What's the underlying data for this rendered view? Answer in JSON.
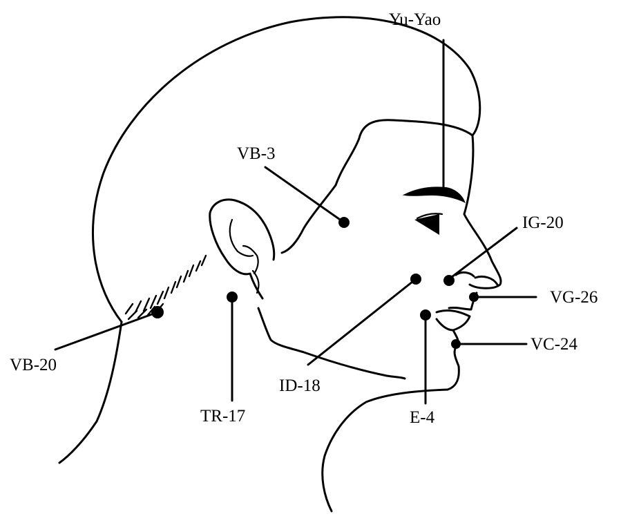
{
  "diagram": {
    "points": [
      {
        "id": "yu-yao",
        "label": "Yu-Yao"
      },
      {
        "id": "vb-3",
        "label": "VB-3"
      },
      {
        "id": "ig-20",
        "label": "IG-20"
      },
      {
        "id": "vg-26",
        "label": "VG-26"
      },
      {
        "id": "vc-24",
        "label": "VC-24"
      },
      {
        "id": "vb-20",
        "label": "VB-20"
      },
      {
        "id": "id-18",
        "label": "ID-18"
      },
      {
        "id": "tr-17",
        "label": "TR-17"
      },
      {
        "id": "e-4",
        "label": "E-4"
      }
    ]
  }
}
